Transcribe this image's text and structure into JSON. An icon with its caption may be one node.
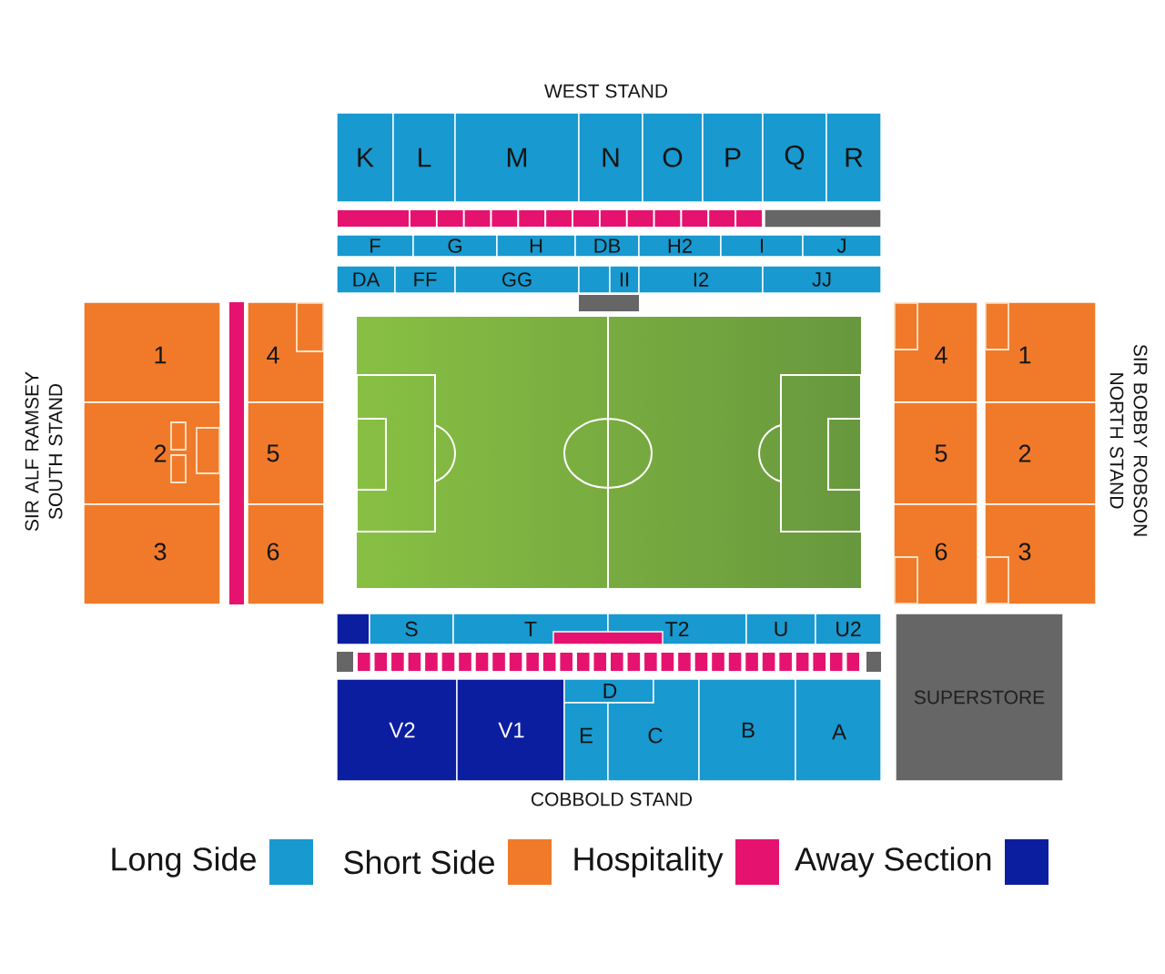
{
  "diagram": {
    "nodes": [
      {
        "text": [
          "K"
        ]
      },
      {
        "text": [
          "L"
        ]
      },
      {
        "text": [
          "M"
        ]
      },
      {
        "text": [
          "N"
        ]
      },
      {
        "text": [
          "O"
        ]
      },
      {
        "text": [
          "P"
        ]
      },
      {
        "text": [
          "Q"
        ]
      },
      {
        "text": [
          "R"
        ]
      },
      {
        "text": [
          "F"
        ]
      },
      {
        "text": [
          "G"
        ]
      },
      {
        "text": [
          "H"
        ]
      },
      {
        "text": [
          "DB"
        ]
      },
      {
        "text": [
          "H2"
        ]
      },
      {
        "text": [
          "I"
        ]
      },
      {
        "text": [
          "J"
        ]
      },
      {
        "text": [
          "DA"
        ]
      },
      {
        "text": [
          "FF"
        ]
      },
      {
        "text": [
          "GG"
        ]
      },
      {
        "text": [],
        "shape": "box"
      },
      {
        "text": [
          "II"
        ]
      },
      {
        "text": [
          "I2"
        ]
      },
      {
        "text": [
          "JJ"
        ]
      },
      {
        "text": [
          "1"
        ]
      },
      {
        "text": [
          "4"
        ]
      },
      {
        "text": [
          "2"
        ]
      },
      {
        "text": [
          "5"
        ]
      },
      {
        "text": [
          "3"
        ]
      },
      {
        "text": [
          "6"
        ]
      },
      {
        "text": [
          "4"
        ]
      },
      {
        "text": [
          "1"
        ]
      },
      {
        "text": [
          "5"
        ]
      },
      {
        "text": [
          "2"
        ]
      },
      {
        "text": [
          "6"
        ]
      },
      {
        "text": [
          "3"
        ]
      },
      {
        "text": [],
        "shape": "box"
      },
      {
        "text": [
          "S"
        ]
      },
      {
        "text": [
          "T"
        ]
      },
      {
        "text": [
          "T2"
        ]
      },
      {
        "text": [
          "U"
        ]
      },
      {
        "text": [
          "U2"
        ]
      },
      {
        "text": [
          "V2"
        ]
      },
      {
        "text": [
          "V1"
        ]
      },
      {
        "text": [
          "D"
        ]
      },
      {
        "text": [
          "E"
        ]
      },
      {
        "text": [
          "C"
        ]
      },
      {
        "text": [
          "B"
        ]
      },
      {
        "text": [
          "A"
        ]
      },
      {
        "text": [
          "SUPERSTORE"
        ]
      }
    ],
    "labels": [
      "WEST STAND",
      "SIR ALF RAMSEY SOUTH STAND",
      "SIR BOBBY ROBSON NORTH STAND",
      "COBBOLD STAND"
    ],
    "legend": [
      {
        "text": "Long Side",
        "color": "#1899d0"
      },
      {
        "text": "Short Side",
        "color": "#f07a2a"
      },
      {
        "text": "Hospitality",
        "color": "#e5136f"
      },
      {
        "text": "Away Section",
        "color": "#0c1ea0"
      }
    ]
  }
}
